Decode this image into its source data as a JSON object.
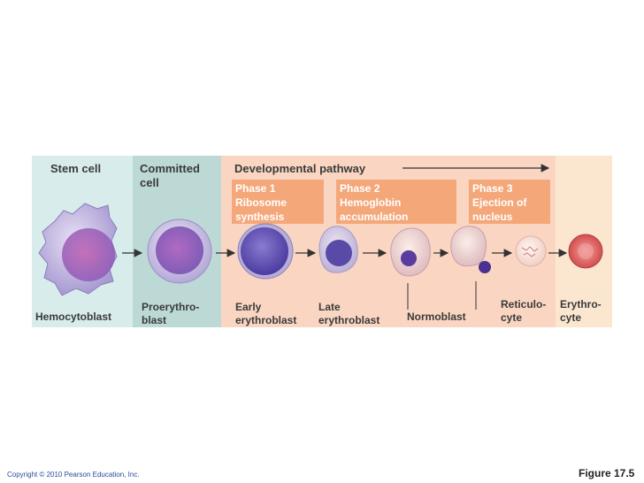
{
  "columns": {
    "stem_title": "Stem cell",
    "committed_title_1": "Committed",
    "committed_title_2": "cell",
    "pathway_title": "Developmental pathway"
  },
  "phases": [
    {
      "line1": "Phase 1",
      "line2": "Ribosome",
      "line3": "synthesis"
    },
    {
      "line1": "Phase 2",
      "line2": "Hemoglobin",
      "line3": "accumulation"
    },
    {
      "line1": "Phase 3",
      "line2": "Ejection of",
      "line3": "nucleus"
    }
  ],
  "cells": {
    "hemocytoblast": "Hemocytoblast",
    "proerythroblast_1": "Proerythro-",
    "proerythroblast_2": "blast",
    "early_1": "Early",
    "early_2": "erythroblast",
    "late_1": "Late",
    "late_2": "erythroblast",
    "normoblast": "Normoblast",
    "reticulocyte_1": "Reticulo-",
    "reticulocyte_2": "cyte",
    "erythrocyte_1": "Erythro-",
    "erythrocyte_2": "cyte"
  },
  "footer": {
    "copyright": "Copyright © 2010 Pearson Education, Inc.",
    "figure": "Figure 17.5"
  },
  "colors": {
    "stem_bg": "#d8ecec",
    "committed_bg": "#bcd9d6",
    "pathway_bg": "#fad6c2",
    "final_bg": "#fbe7cf",
    "phase_box": "#f4a87a"
  }
}
